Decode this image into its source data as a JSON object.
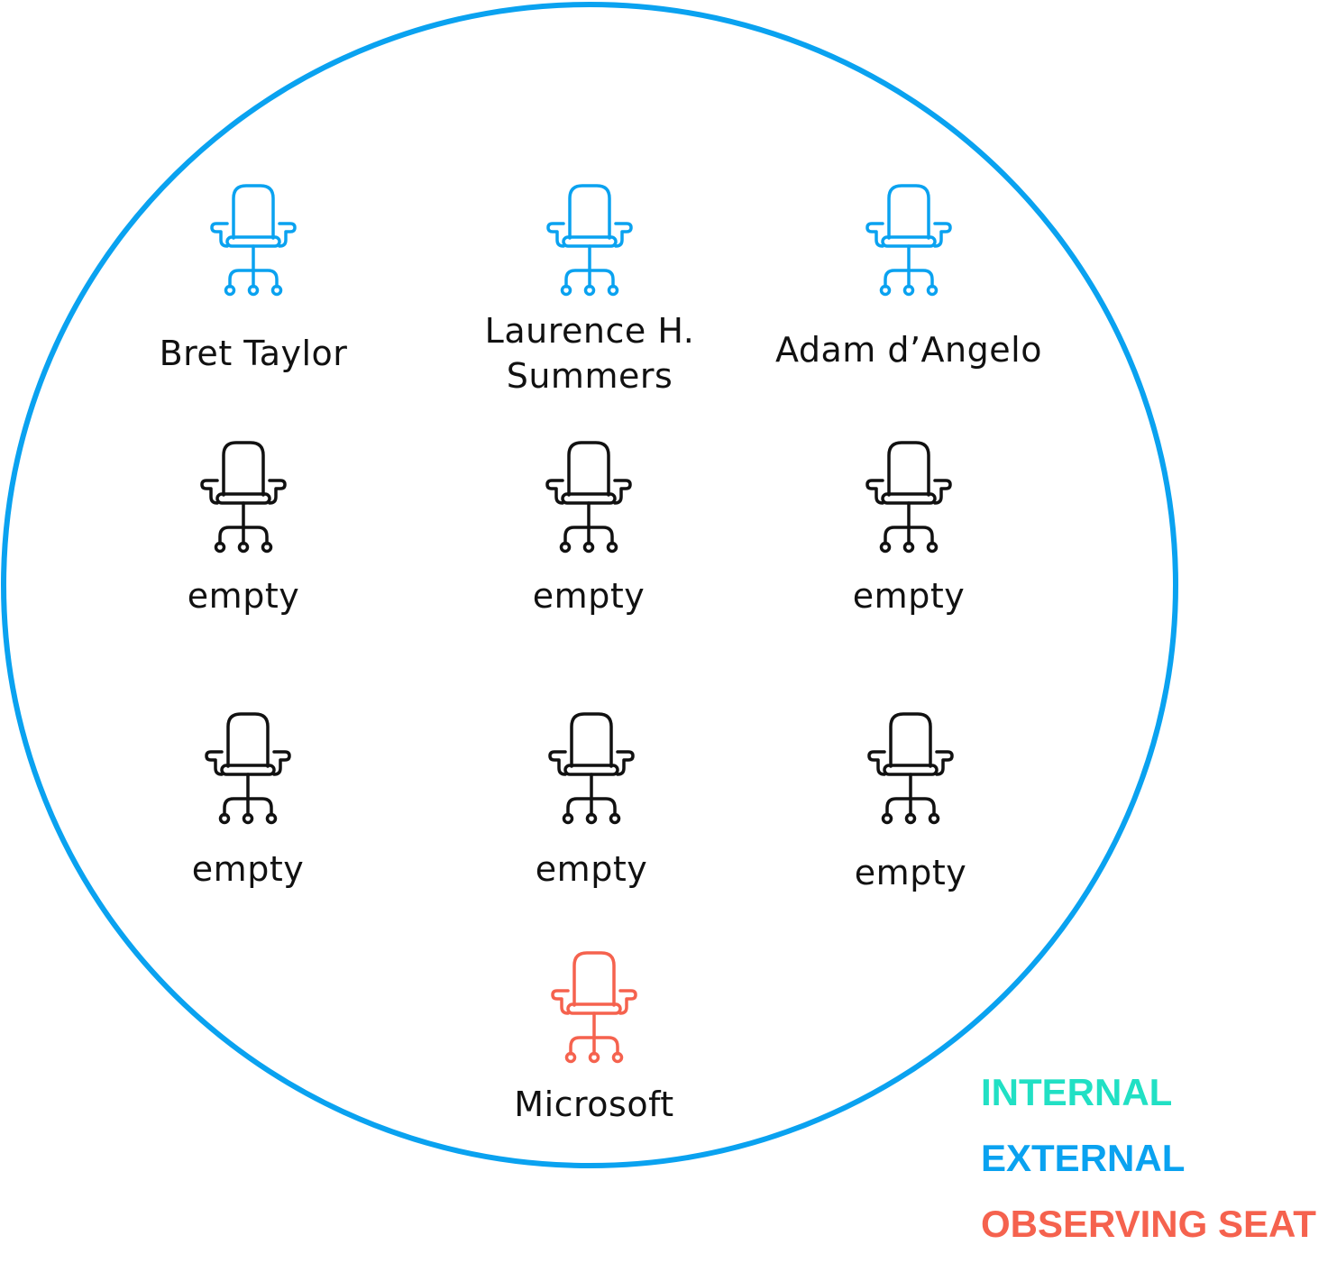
{
  "colors": {
    "internal": "#21e0c4",
    "external": "#0aa2f0",
    "observing": "#f5624e",
    "empty": "#111111",
    "circle": "#0aa2f0"
  },
  "seats": [
    {
      "label": "Bret Taylor",
      "category": "external",
      "icon": "office-chair-icon"
    },
    {
      "label": "Laurence H.\nSummers",
      "category": "external",
      "icon": "office-chair-icon"
    },
    {
      "label": "Adam d’Angelo",
      "category": "external",
      "icon": "office-chair-icon"
    },
    {
      "label": "empty",
      "category": "empty",
      "icon": "office-chair-icon"
    },
    {
      "label": "empty",
      "category": "empty",
      "icon": "office-chair-icon"
    },
    {
      "label": "empty",
      "category": "empty",
      "icon": "office-chair-icon"
    },
    {
      "label": "empty",
      "category": "empty",
      "icon": "office-chair-icon"
    },
    {
      "label": "empty",
      "category": "empty",
      "icon": "office-chair-icon"
    },
    {
      "label": "empty",
      "category": "empty",
      "icon": "office-chair-icon"
    },
    {
      "label": "Microsoft",
      "category": "observing",
      "icon": "office-chair-icon"
    }
  ],
  "legend": {
    "internal": "INTERNAL",
    "external": "EXTERNAL",
    "observing": "OBSERVING SEAT"
  }
}
